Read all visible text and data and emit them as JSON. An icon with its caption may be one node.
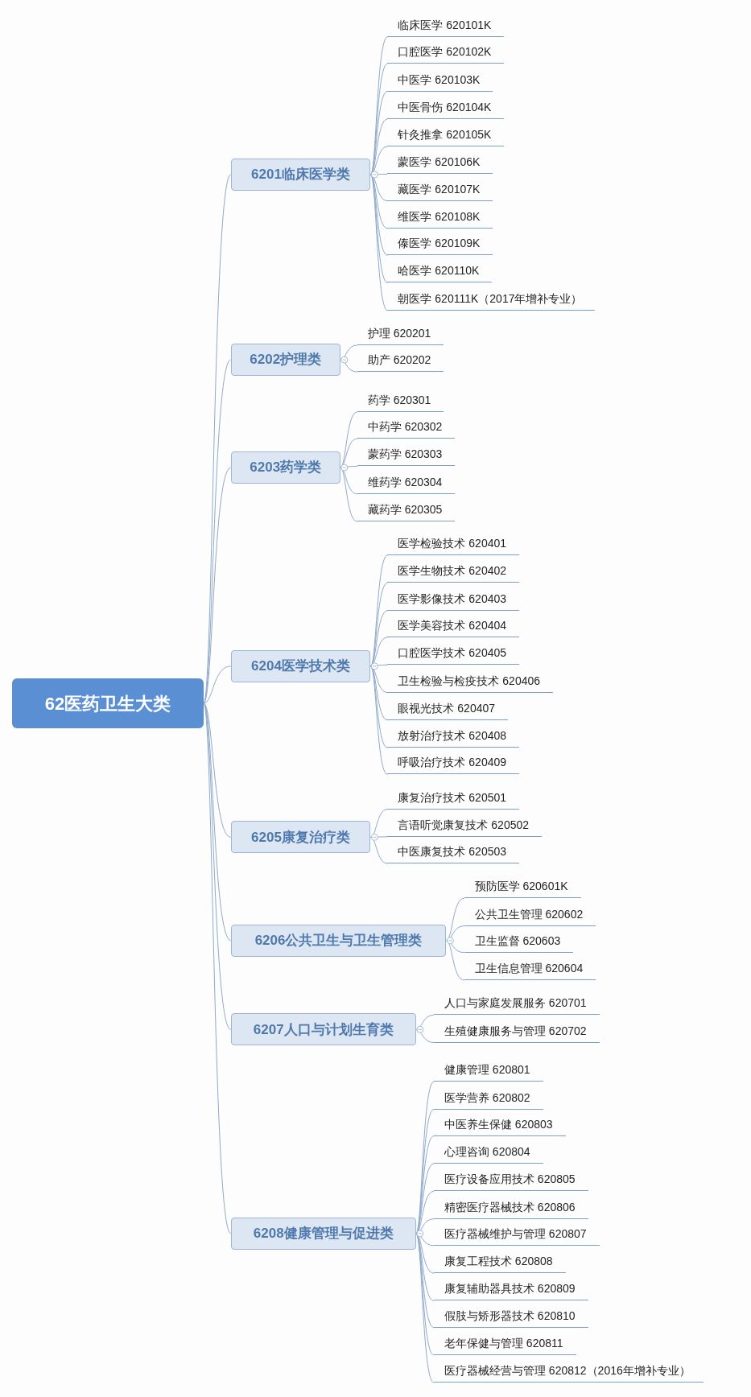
{
  "diagram": {
    "nodes": [
      {
        "text": [
          "62医药卫生大类"
        ]
      },
      {
        "text": [
          "6201临床医学类"
        ]
      },
      {
        "text": [
          "临床医学 620101K"
        ]
      },
      {
        "text": [
          "口腔医学 620102K"
        ]
      },
      {
        "text": [
          "中医学 620103K"
        ]
      },
      {
        "text": [
          "中医骨伤 620104K"
        ]
      },
      {
        "text": [
          "针灸推拿 620105K"
        ]
      },
      {
        "text": [
          "蒙医学 620106K"
        ]
      },
      {
        "text": [
          "藏医学 620107K"
        ]
      },
      {
        "text": [
          "维医学 620108K"
        ]
      },
      {
        "text": [
          "傣医学 620109K"
        ]
      },
      {
        "text": [
          "哈医学 620110K"
        ]
      },
      {
        "text": [
          "朝医学 620111K（2017年增补专业）"
        ]
      },
      {
        "text": [
          "6202护理类"
        ]
      },
      {
        "text": [
          "护理 620201"
        ]
      },
      {
        "text": [
          "助产 620202"
        ]
      },
      {
        "text": [
          "6203药学类"
        ]
      },
      {
        "text": [
          "药学 620301"
        ]
      },
      {
        "text": [
          "中药学 620302"
        ]
      },
      {
        "text": [
          "蒙药学 620303"
        ]
      },
      {
        "text": [
          "维药学 620304"
        ]
      },
      {
        "text": [
          "藏药学 620305"
        ]
      },
      {
        "text": [
          "6204医学技术类"
        ]
      },
      {
        "text": [
          "医学检验技术 620401"
        ]
      },
      {
        "text": [
          "医学生物技术 620402"
        ]
      },
      {
        "text": [
          "医学影像技术 620403"
        ]
      },
      {
        "text": [
          "医学美容技术 620404"
        ]
      },
      {
        "text": [
          "口腔医学技术 620405"
        ]
      },
      {
        "text": [
          "卫生检验与检疫技术 620406"
        ]
      },
      {
        "text": [
          "眼视光技术 620407"
        ]
      },
      {
        "text": [
          "放射治疗技术 620408"
        ]
      },
      {
        "text": [
          "呼吸治疗技术 620409"
        ]
      },
      {
        "text": [
          "6205康复治疗类"
        ]
      },
      {
        "text": [
          "康复治疗技术 620501"
        ]
      },
      {
        "text": [
          "言语听觉康复技术 620502"
        ]
      },
      {
        "text": [
          "中医康复技术 620503"
        ]
      },
      {
        "text": [
          "6206公共卫生与卫生管理类"
        ]
      },
      {
        "text": [
          "预防医学 620601K"
        ]
      },
      {
        "text": [
          "公共卫生管理 620602"
        ]
      },
      {
        "text": [
          "卫生监督 620603"
        ]
      },
      {
        "text": [
          "卫生信息管理 620604"
        ]
      },
      {
        "text": [
          "6207人口与计划生育类"
        ]
      },
      {
        "text": [
          "人口与家庭发展服务 620701"
        ]
      },
      {
        "text": [
          "生殖健康服务与管理 620702"
        ]
      },
      {
        "text": [
          "6208健康管理与促进类"
        ]
      },
      {
        "text": [
          "健康管理 620801"
        ]
      },
      {
        "text": [
          "医学营养 620802"
        ]
      },
      {
        "text": [
          "中医养生保健 620803"
        ]
      },
      {
        "text": [
          "心理咨询 620804"
        ]
      },
      {
        "text": [
          "医疗设备应用技术 620805"
        ]
      },
      {
        "text": [
          "精密医疗器械技术 620806"
        ]
      },
      {
        "text": [
          "医疗器械维护与管理 620807"
        ]
      },
      {
        "text": [
          "康复工程技术 620808"
        ]
      },
      {
        "text": [
          "康复辅助器具技术 620809"
        ]
      },
      {
        "text": [
          "假肢与矫形器技术 620810"
        ]
      },
      {
        "text": [
          "老年保健与管理 620811"
        ]
      },
      {
        "text": [
          "医疗器械经营与管理 620812（2016年增补专业）"
        ]
      }
    ],
    "edges": [
      {
        "from": 0,
        "to": 1,
        "arrow": "none"
      },
      {
        "from": 1,
        "to": 2,
        "arrow": "none"
      },
      {
        "from": 1,
        "to": 3,
        "arrow": "none"
      },
      {
        "from": 1,
        "to": 4,
        "arrow": "none"
      },
      {
        "from": 1,
        "to": 5,
        "arrow": "none"
      },
      {
        "from": 1,
        "to": 6,
        "arrow": "none"
      },
      {
        "from": 1,
        "to": 7,
        "arrow": "none"
      },
      {
        "from": 1,
        "to": 8,
        "arrow": "none"
      },
      {
        "from": 1,
        "to": 9,
        "arrow": "none"
      },
      {
        "from": 1,
        "to": 10,
        "arrow": "none"
      },
      {
        "from": 1,
        "to": 11,
        "arrow": "none"
      },
      {
        "from": 1,
        "to": 12,
        "arrow": "none"
      },
      {
        "from": 0,
        "to": 13,
        "arrow": "none"
      },
      {
        "from": 13,
        "to": 14,
        "arrow": "none"
      },
      {
        "from": 13,
        "to": 15,
        "arrow": "none"
      },
      {
        "from": 0,
        "to": 16,
        "arrow": "none"
      },
      {
        "from": 16,
        "to": 17,
        "arrow": "none"
      },
      {
        "from": 16,
        "to": 18,
        "arrow": "none"
      },
      {
        "from": 16,
        "to": 19,
        "arrow": "none"
      },
      {
        "from": 16,
        "to": 20,
        "arrow": "none"
      },
      {
        "from": 16,
        "to": 21,
        "arrow": "none"
      },
      {
        "from": 0,
        "to": 22,
        "arrow": "none"
      },
      {
        "from": 22,
        "to": 23,
        "arrow": "none"
      },
      {
        "from": 22,
        "to": 24,
        "arrow": "none"
      },
      {
        "from": 22,
        "to": 25,
        "arrow": "none"
      },
      {
        "from": 22,
        "to": 26,
        "arrow": "none"
      },
      {
        "from": 22,
        "to": 27,
        "arrow": "none"
      },
      {
        "from": 22,
        "to": 28,
        "arrow": "none"
      },
      {
        "from": 22,
        "to": 29,
        "arrow": "none"
      },
      {
        "from": 22,
        "to": 30,
        "arrow": "none"
      },
      {
        "from": 22,
        "to": 31,
        "arrow": "none"
      },
      {
        "from": 0,
        "to": 32,
        "arrow": "none"
      },
      {
        "from": 32,
        "to": 33,
        "arrow": "none"
      },
      {
        "from": 32,
        "to": 34,
        "arrow": "none"
      },
      {
        "from": 32,
        "to": 35,
        "arrow": "none"
      },
      {
        "from": 0,
        "to": 36,
        "arrow": "none"
      },
      {
        "from": 36,
        "to": 37,
        "arrow": "none"
      },
      {
        "from": 36,
        "to": 38,
        "arrow": "none"
      },
      {
        "from": 36,
        "to": 39,
        "arrow": "none"
      },
      {
        "from": 36,
        "to": 40,
        "arrow": "none"
      },
      {
        "from": 0,
        "to": 41,
        "arrow": "none"
      },
      {
        "from": 41,
        "to": 42,
        "arrow": "none"
      },
      {
        "from": 41,
        "to": 43,
        "arrow": "none"
      },
      {
        "from": 0,
        "to": 44,
        "arrow": "none"
      },
      {
        "from": 44,
        "to": 45,
        "arrow": "none"
      },
      {
        "from": 44,
        "to": 46,
        "arrow": "none"
      },
      {
        "from": 44,
        "to": 47,
        "arrow": "none"
      },
      {
        "from": 44,
        "to": 48,
        "arrow": "none"
      },
      {
        "from": 44,
        "to": 49,
        "arrow": "none"
      },
      {
        "from": 44,
        "to": 50,
        "arrow": "none"
      },
      {
        "from": 44,
        "to": 51,
        "arrow": "none"
      },
      {
        "from": 44,
        "to": 52,
        "arrow": "none"
      },
      {
        "from": 44,
        "to": 53,
        "arrow": "none"
      },
      {
        "from": 44,
        "to": 54,
        "arrow": "none"
      },
      {
        "from": 44,
        "to": 55,
        "arrow": "none"
      },
      {
        "from": 44,
        "to": 56,
        "arrow": "none"
      }
    ]
  }
}
